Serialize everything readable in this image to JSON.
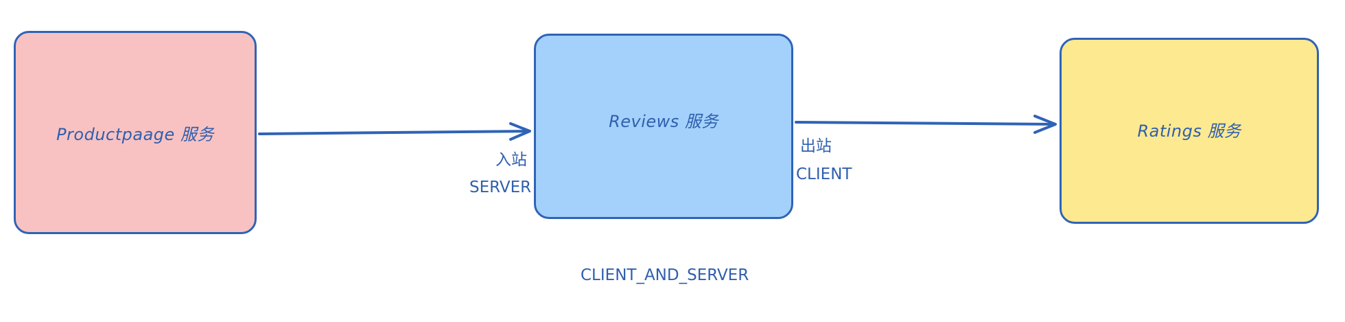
{
  "nodes": {
    "productpage": "Productpaage 服务",
    "reviews": "Reviews 服务",
    "ratings": "Ratings 服务"
  },
  "labels": {
    "inbound": "入站",
    "server": "SERVER",
    "outbound": "出站",
    "client": "CLIENT",
    "client_and_server": "CLIENT_AND_SERVER"
  },
  "colors": {
    "productpage_fill": "#f8c2c2",
    "reviews_fill": "#a3d1fb",
    "ratings_fill": "#fde98f",
    "stroke": "#2f63b5",
    "text": "#2f5fae"
  }
}
